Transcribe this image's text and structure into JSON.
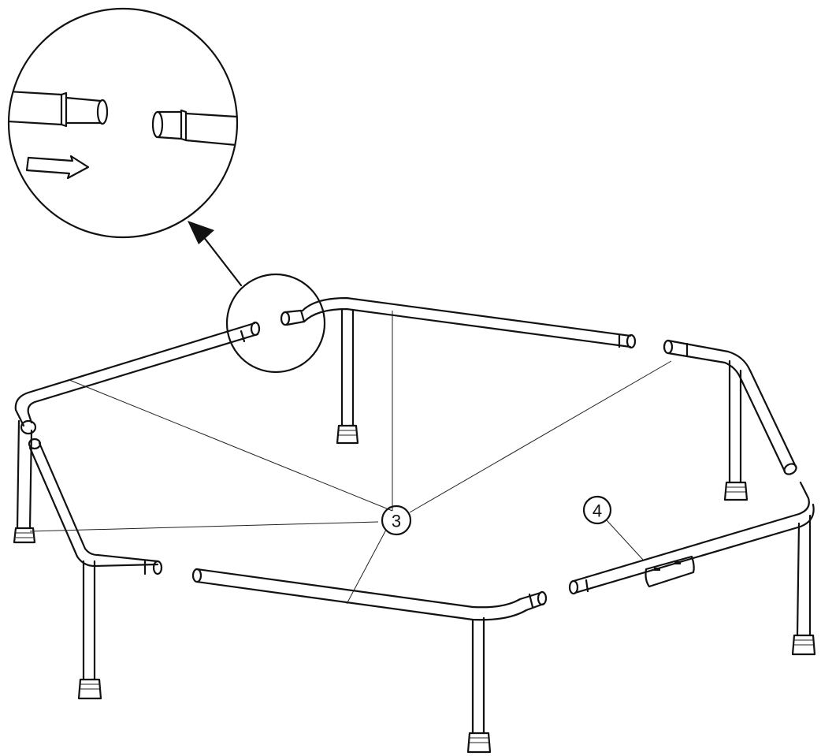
{
  "callouts": {
    "frame_rail": {
      "label": "3"
    },
    "side_plate_rail": {
      "label": "4"
    }
  },
  "detail_view": {
    "arrow_icon": "outline-right-arrow"
  },
  "colors": {
    "line": "#111111",
    "background": "#ffffff"
  }
}
